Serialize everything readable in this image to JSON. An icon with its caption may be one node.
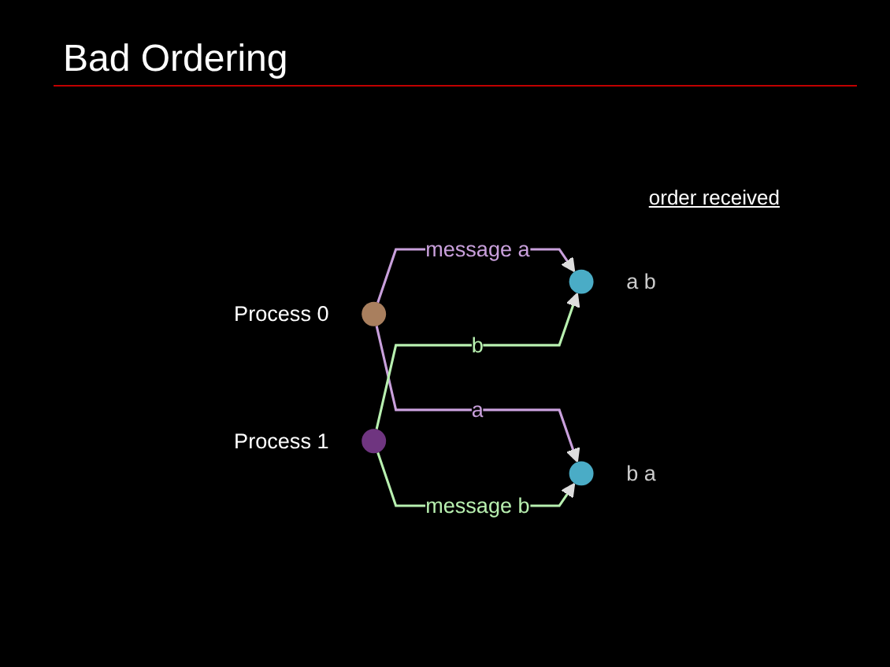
{
  "diagram": {
    "title": "Bad Ordering",
    "nodes": [
      {
        "text": [],
        "shape": "circle",
        "beside": [
          "Process 0"
        ]
      },
      {
        "text": [],
        "shape": "circle",
        "beside": [
          "Process 1"
        ]
      },
      {
        "text": [],
        "shape": "circle",
        "beside": [
          "a b"
        ]
      },
      {
        "text": [],
        "shape": "circle",
        "beside": [
          "b a"
        ]
      }
    ],
    "edges": [
      {
        "from": 0,
        "to": 2,
        "arrow": "to",
        "label": "message a",
        "color": "#c9a0dc"
      },
      {
        "from": 0,
        "to": 3,
        "arrow": "to",
        "label": "a",
        "color": "#c9a0dc"
      },
      {
        "from": 1,
        "to": 2,
        "arrow": "to",
        "label": "b",
        "color": "#b8f0b0"
      },
      {
        "from": 1,
        "to": 3,
        "arrow": "to",
        "label": "message b",
        "color": "#b8f0b0"
      }
    ],
    "labels": [
      "order received"
    ]
  }
}
